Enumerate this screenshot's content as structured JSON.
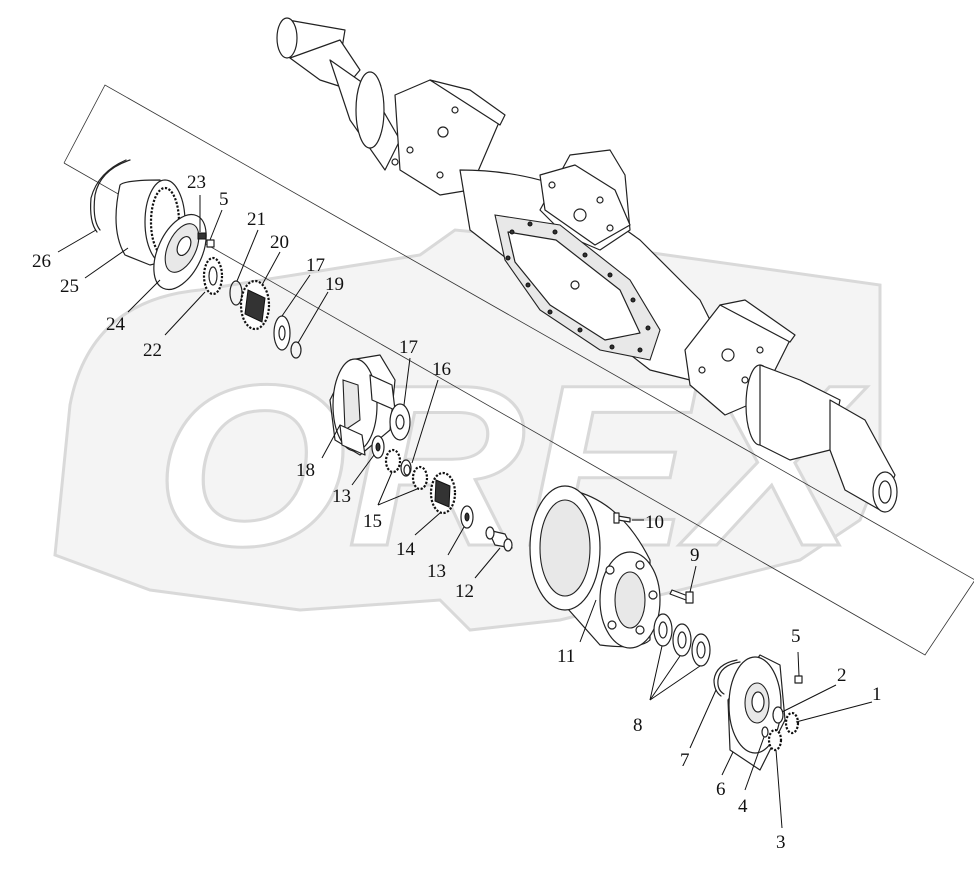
{
  "watermark": {
    "text": "OREX",
    "color": "#d9d9d9"
  },
  "labels": {
    "l1": "1",
    "l2": "2",
    "l3": "3",
    "l4": "4",
    "l5a": "5",
    "l5b": "5",
    "l6": "6",
    "l7": "7",
    "l8": "8",
    "l9": "9",
    "l10": "10",
    "l11": "11",
    "l12": "12",
    "l13a": "13",
    "l13b": "13",
    "l14": "14",
    "l15": "15",
    "l16": "16",
    "l17a": "17",
    "l17b": "17",
    "l18": "18",
    "l19": "19",
    "l20": "20",
    "l21": "21",
    "l22": "22",
    "l23": "23",
    "l24": "24",
    "l25": "25",
    "l26": "26"
  }
}
